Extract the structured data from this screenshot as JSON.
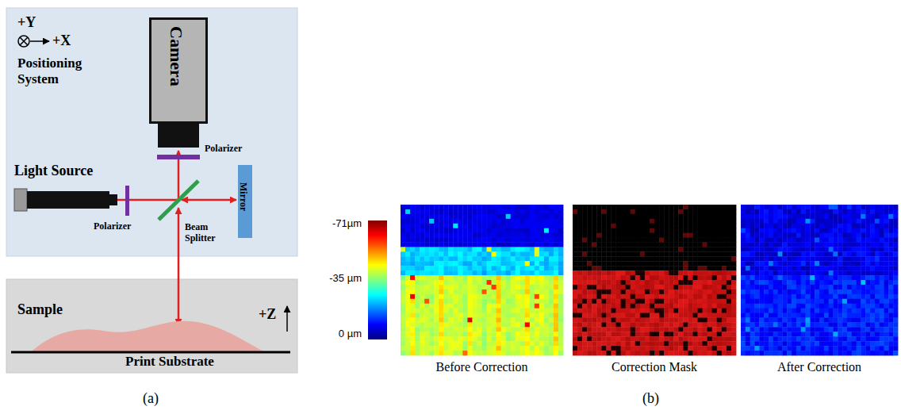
{
  "diagram": {
    "nodes": [
      {
        "text": [
          "Positioning System"
        ]
      },
      {
        "text": [
          "Camera"
        ],
        "in": 0
      },
      {
        "text": [
          "Light Source"
        ],
        "in": 0
      },
      {
        "text": [
          "Mirror"
        ],
        "in": 0
      },
      {
        "text": [
          "Sample",
          "Print Substrate"
        ]
      },
      {
        "text": [
          "Before Correction"
        ]
      },
      {
        "text": [
          "Correction Mask"
        ]
      },
      {
        "text": [
          "After Correction"
        ]
      }
    ],
    "labels": [
      "+Y",
      "+X",
      "Polarizer",
      "Polarizer",
      "Beam Splitter",
      "+Z",
      "(a)",
      "-71µm",
      "-35 µm",
      "0 µm",
      "(b)"
    ]
  }
}
